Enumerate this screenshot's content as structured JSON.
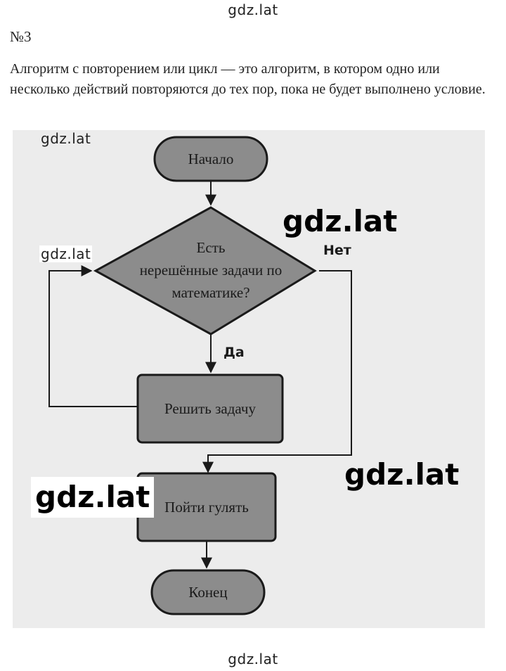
{
  "watermark": "gdz.lat",
  "task_number": "№3",
  "definition": "Алгоритм с повторением или цикл — это алгоритм, в котором одно или несколько действий повторяются до тех пор, пока не будет выполнено условие.",
  "flowchart": {
    "start": "Начало",
    "decision_lines": [
      "Есть",
      "нерешённые задачи по",
      "математике?"
    ],
    "yes_label": "Да",
    "no_label": "Нет",
    "action_solve": "Решить задачу",
    "action_walk": "Пойти гулять",
    "end": "Конец"
  },
  "colors": {
    "node_fill": "#8c8c8c",
    "scan_background": "#ececec",
    "line": "#1a1a1a"
  }
}
